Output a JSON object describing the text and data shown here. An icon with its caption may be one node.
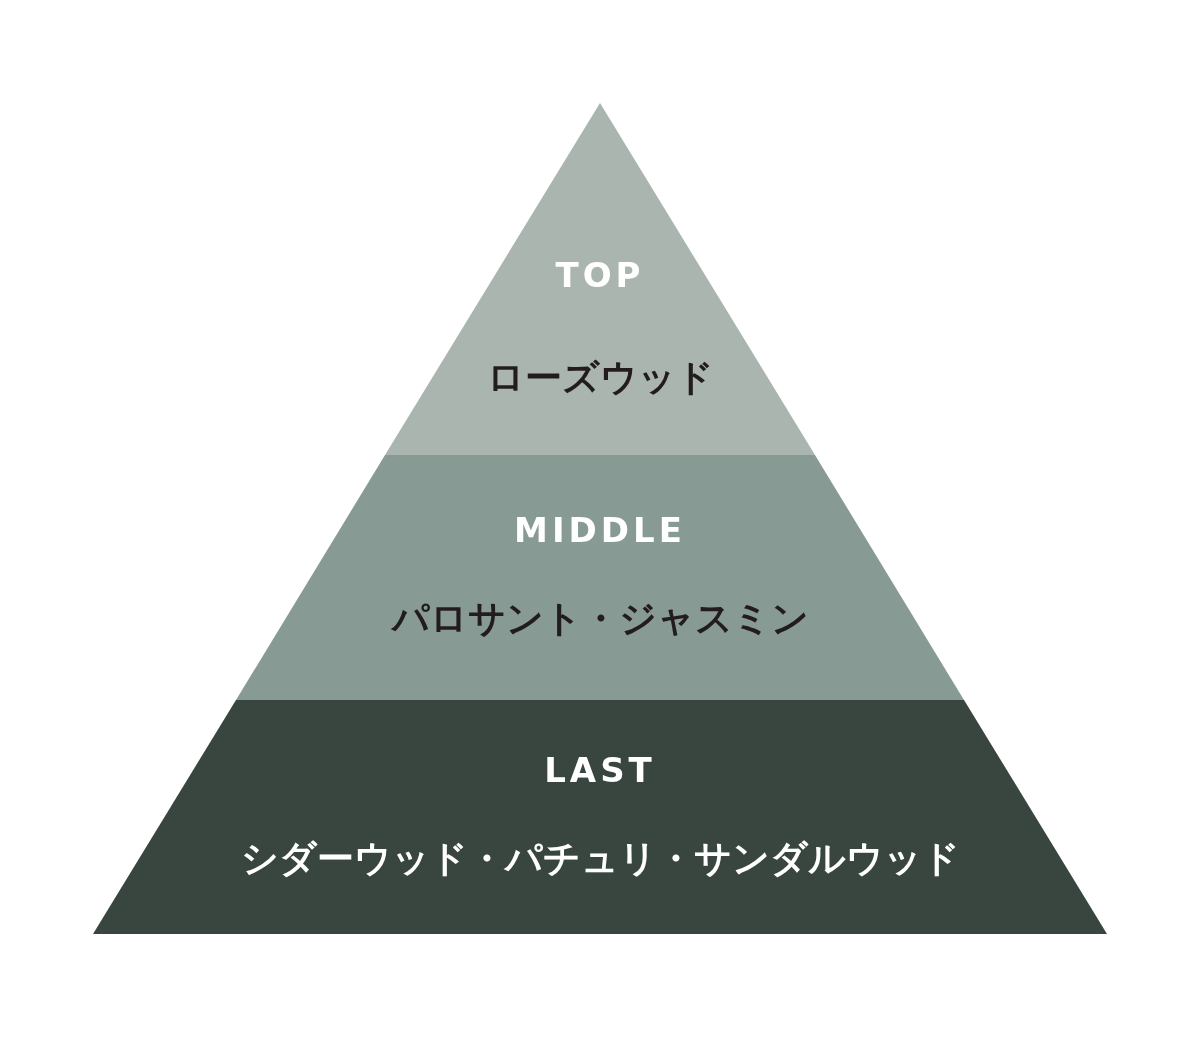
{
  "diagram": {
    "nodes": [
      {
        "text": [
          "TOP",
          "ローズウッド"
        ]
      },
      {
        "text": [
          "MIDDLE",
          "パロサント・ジャスミン"
        ]
      },
      {
        "text": [
          "LAST",
          "シダーウッド・パチュリ・サンダルウッド"
        ]
      }
    ],
    "edges": []
  }
}
